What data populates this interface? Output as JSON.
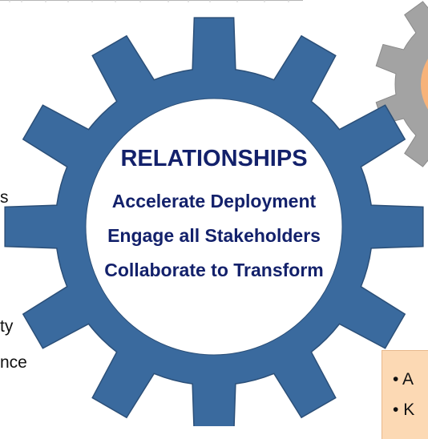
{
  "center_gear": {
    "title": "RELATIONSHIPS",
    "lines": [
      "Accelerate Deployment",
      "Engage all Stakeholders",
      "Collaborate to Transform"
    ],
    "fill_color": "#ffffff",
    "gear_color": "#3a6a9e",
    "text_color": "#13216b"
  },
  "side_gear": {
    "color": "#a3a3a3",
    "center_color": "#f7b37a"
  },
  "left_fragments": [
    "s",
    "ty",
    "nce"
  ],
  "callout": {
    "color": "#fcd9b4",
    "bullets": [
      "A",
      "K"
    ]
  }
}
